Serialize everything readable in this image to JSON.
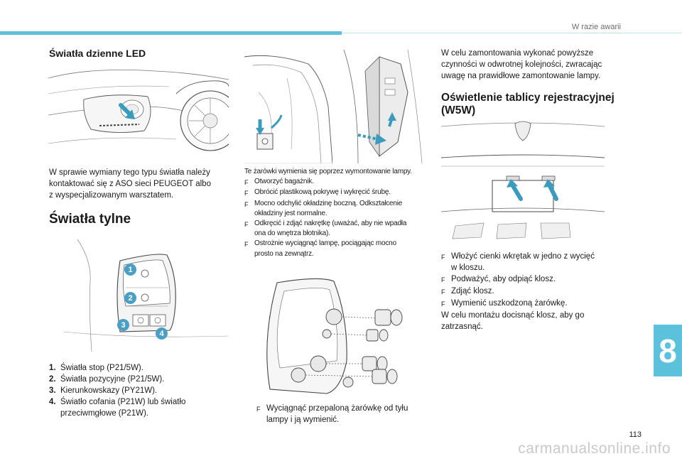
{
  "header": {
    "section_title": "W razie awarii"
  },
  "left_column": {
    "drl_heading": "Światła dzienne LED",
    "drl_paragraph_lines": [
      "W sprawie wymiany tego typu światła należy",
      "kontaktować się z ASO sieci PEUGEOT albo",
      "z wyspecjalizowanym warsztatem."
    ],
    "rear_heading": "Światła tylne",
    "callouts": [
      "1",
      "2",
      "3",
      "4"
    ],
    "bulb_list": [
      {
        "num": "1.",
        "lines": [
          "Światła stop (P21/5W)."
        ]
      },
      {
        "num": "2.",
        "lines": [
          "Światła pozycyjne (P21/5W)."
        ]
      },
      {
        "num": "3.",
        "lines": [
          "Kierunkowskazy (PY21W)."
        ]
      },
      {
        "num": "4.",
        "lines": [
          "Światło cofania (P21W) lub światło",
          "przeciwmgłowe (P21W)."
        ]
      }
    ]
  },
  "middle_column": {
    "intro": "Te żarówki wymienia się poprzez wymontowanie lampy.",
    "steps": [
      {
        "lines": [
          "Otworzyć bagażnik."
        ]
      },
      {
        "lines": [
          "Obrócić plastikową pokrywę i wykręcić śrubę."
        ]
      },
      {
        "lines": [
          "Mocno odchylić okładzinę boczną. Odkształcenie",
          "okładziny jest normalne."
        ]
      },
      {
        "lines": [
          "Odkręcić i zdjąć nakrętkę (uważać, aby nie wpadła",
          "ona do wnętrza błotnika)."
        ]
      },
      {
        "lines": [
          "Ostrożnie wyciągnąć lampę, pociągając mocno",
          "prosto na zewnątrz."
        ]
      }
    ],
    "bottom_step": {
      "lines": [
        "Wyciągnąć przepaloną żarówkę od tyłu",
        "lampy i ją wymienić."
      ]
    }
  },
  "right_column": {
    "reassembly_lines": [
      "W celu zamontowania wykonać powyższe",
      "czynności w odwrotnej kolejności, zwracając",
      "uwagę na prawidłowe zamontowanie lampy."
    ],
    "plate_heading_lines": [
      "Oświetlenie tablicy rejestracyjnej",
      "(W5W)"
    ],
    "plate_steps": [
      {
        "lines": [
          "Włożyć cienki wkrętak w jedno z wycięć",
          "w kloszu."
        ]
      },
      {
        "lines": [
          "Podważyć, aby odpiąć klosz."
        ]
      },
      {
        "lines": [
          "Zdjąć klosz."
        ]
      },
      {
        "lines": [
          "Wymienić uszkodzoną żarówkę."
        ]
      }
    ],
    "closing_lines": [
      "W celu montażu docisnąć klosz, aby go",
      "zatrzasnąć."
    ]
  },
  "bullet_symbol": "F",
  "chapter_number": "8",
  "page_number": "113",
  "watermark": "carmanualsonline.info",
  "colors": {
    "accent": "#5cc2dc",
    "callout": "#4b9fc4",
    "arrow": "#3a9bbd"
  }
}
